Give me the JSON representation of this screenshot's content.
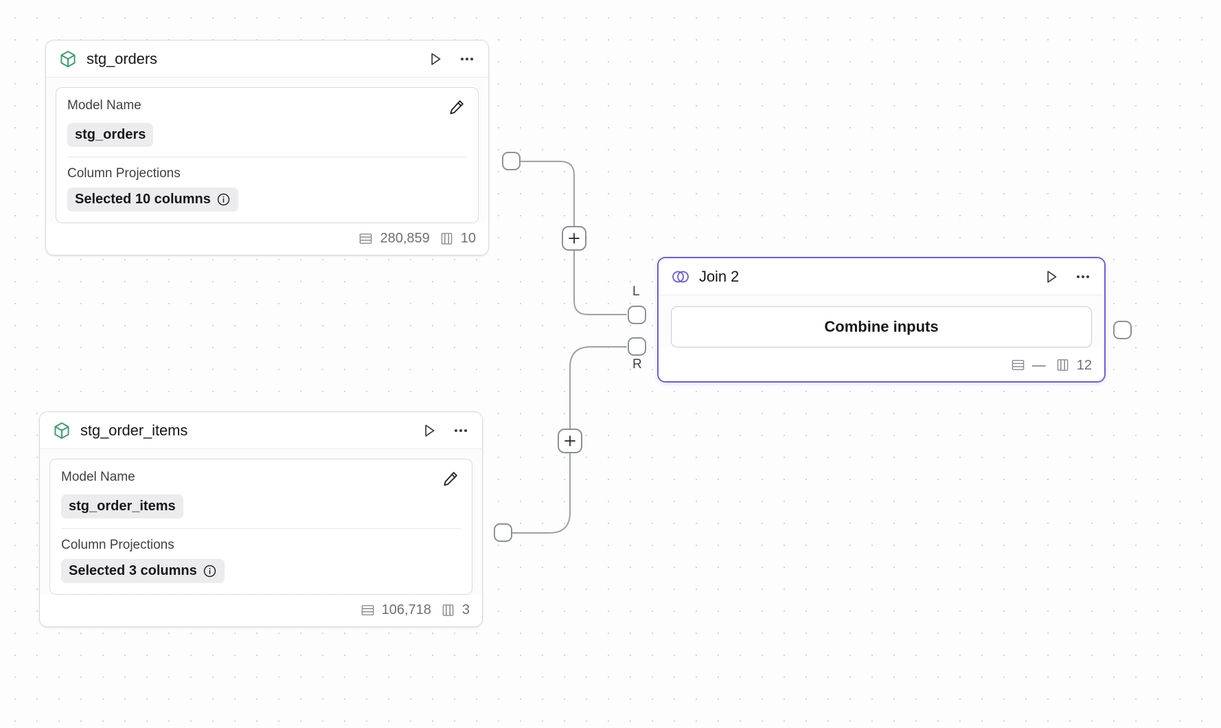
{
  "canvas": {
    "background_color": "#fdfdfd",
    "grid_dot_color": "#d4d4d8",
    "accent_color": "#6c5ce7",
    "model_icon_color": "#3aa06a"
  },
  "nodes": [
    {
      "id": "stg_orders",
      "title": "stg_orders",
      "type_icon": "cube-icon",
      "run_icon": "play-icon",
      "menu_icon": "ellipsis-icon",
      "fields": [
        {
          "label": "Model Name",
          "value": "stg_orders",
          "edit_icon": "pencil-icon",
          "has_info": false
        },
        {
          "label": "Column Projections",
          "value": "Selected 10 columns",
          "has_info": true,
          "info_icon": "info-icon"
        }
      ],
      "footer": {
        "rows_icon": "rows-icon",
        "rows": "280,859",
        "columns_icon": "columns-icon",
        "columns": "10"
      }
    },
    {
      "id": "stg_order_items",
      "title": "stg_order_items",
      "type_icon": "cube-icon",
      "run_icon": "play-icon",
      "menu_icon": "ellipsis-icon",
      "fields": [
        {
          "label": "Model Name",
          "value": "stg_order_items",
          "edit_icon": "pencil-icon",
          "has_info": false
        },
        {
          "label": "Column Projections",
          "value": "Selected 3 columns",
          "has_info": true,
          "info_icon": "info-icon"
        }
      ],
      "footer": {
        "rows_icon": "rows-icon",
        "rows": "106,718",
        "columns_icon": "columns-icon",
        "columns": "3"
      }
    },
    {
      "id": "join_2",
      "title": "Join 2",
      "type_icon": "venn-join-icon",
      "run_icon": "play-icon",
      "menu_icon": "ellipsis-icon",
      "selected": true,
      "action_button": "Combine inputs",
      "input_labels": {
        "left": "L",
        "right": "R"
      },
      "footer": {
        "rows_icon": "rows-icon",
        "rows": "—",
        "columns_icon": "columns-icon",
        "columns": "12"
      }
    }
  ],
  "edges": [
    {
      "id": "edge-orders-to-join-left",
      "add_button_label": "+",
      "add_icon": "plus-icon"
    },
    {
      "id": "edge-order-items-to-join-right",
      "add_button_label": "+",
      "add_icon": "plus-icon"
    }
  ]
}
